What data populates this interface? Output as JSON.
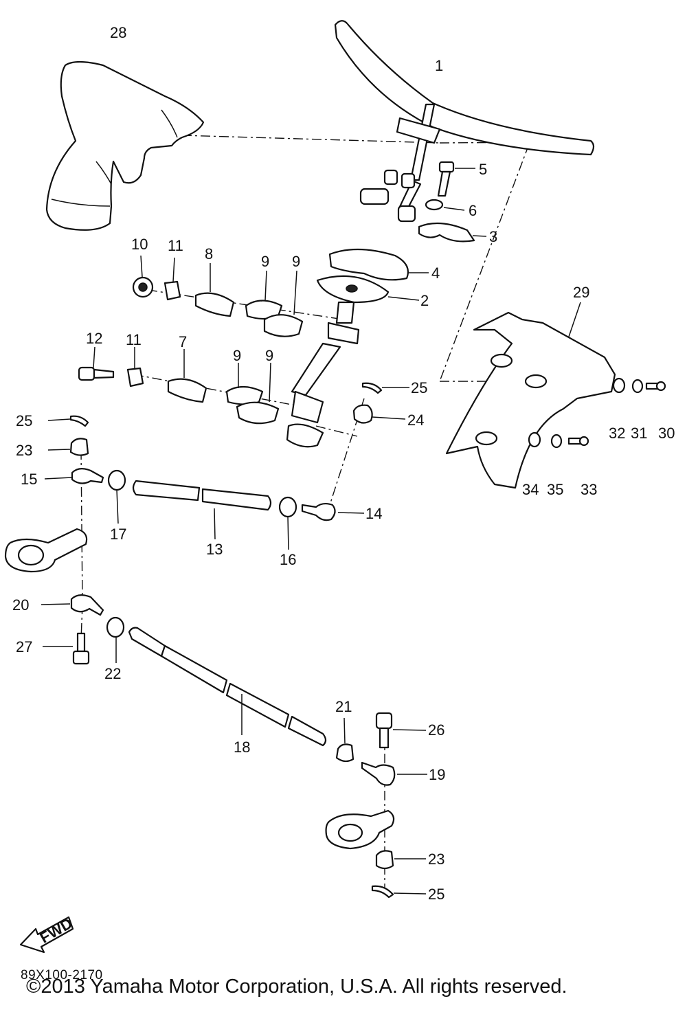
{
  "diagram": {
    "callouts": [
      {
        "id": "1",
        "label": "1"
      },
      {
        "id": "2",
        "label": "2"
      },
      {
        "id": "3",
        "label": "3"
      },
      {
        "id": "4",
        "label": "4"
      },
      {
        "id": "5",
        "label": "5"
      },
      {
        "id": "6",
        "label": "6"
      },
      {
        "id": "7",
        "label": "7"
      },
      {
        "id": "8",
        "label": "8"
      },
      {
        "id": "9a",
        "label": "9"
      },
      {
        "id": "9b",
        "label": "9"
      },
      {
        "id": "9c",
        "label": "9"
      },
      {
        "id": "9d",
        "label": "9"
      },
      {
        "id": "10",
        "label": "10"
      },
      {
        "id": "11a",
        "label": "11"
      },
      {
        "id": "11b",
        "label": "11"
      },
      {
        "id": "12",
        "label": "12"
      },
      {
        "id": "13",
        "label": "13"
      },
      {
        "id": "14",
        "label": "14"
      },
      {
        "id": "15",
        "label": "15"
      },
      {
        "id": "16",
        "label": "16"
      },
      {
        "id": "17",
        "label": "17"
      },
      {
        "id": "18",
        "label": "18"
      },
      {
        "id": "19",
        "label": "19"
      },
      {
        "id": "20",
        "label": "20"
      },
      {
        "id": "21",
        "label": "21"
      },
      {
        "id": "22",
        "label": "22"
      },
      {
        "id": "23a",
        "label": "23"
      },
      {
        "id": "23b",
        "label": "23"
      },
      {
        "id": "24",
        "label": "24"
      },
      {
        "id": "25a",
        "label": "25"
      },
      {
        "id": "25b",
        "label": "25"
      },
      {
        "id": "25c",
        "label": "25"
      },
      {
        "id": "26",
        "label": "26"
      },
      {
        "id": "27",
        "label": "27"
      },
      {
        "id": "28",
        "label": "28"
      },
      {
        "id": "29",
        "label": "29"
      },
      {
        "id": "30",
        "label": "30"
      },
      {
        "id": "31",
        "label": "31"
      },
      {
        "id": "32",
        "label": "32"
      },
      {
        "id": "33",
        "label": "33"
      },
      {
        "id": "34",
        "label": "34"
      },
      {
        "id": "35",
        "label": "35"
      }
    ],
    "fwd_label": "FWD",
    "diagram_code": "89X100-2170"
  },
  "footer": {
    "copyright": "©2013 Yamaha Motor Corporation, U.S.A. All rights reserved."
  }
}
